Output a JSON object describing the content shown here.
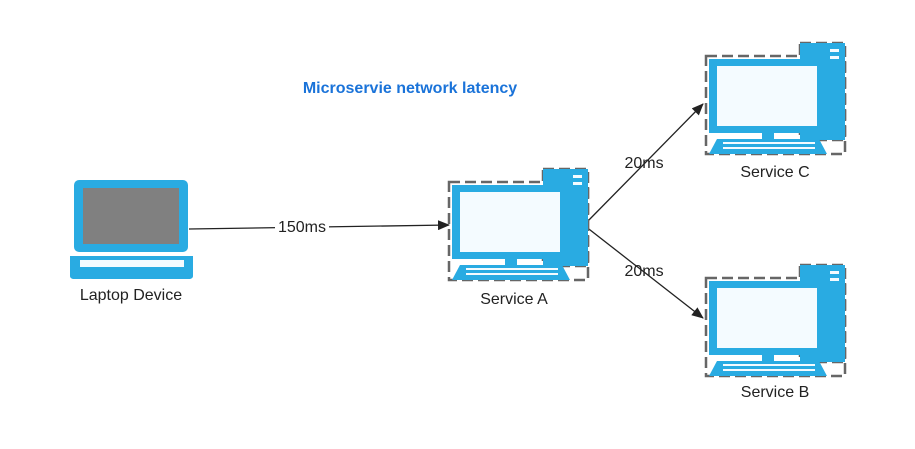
{
  "title": "Microservie network latency",
  "colors": {
    "title": "#1a73d9",
    "device_fill": "#29abe2",
    "screen": "#f4fbff",
    "laptop_screen": "#808080",
    "border_dash": "#666666",
    "edge": "#222222"
  },
  "nodes": {
    "laptop": {
      "label": "Laptop Device",
      "icon": "laptop-icon"
    },
    "service_a": {
      "label": "Service A",
      "icon": "desktop-computer-icon"
    },
    "service_b": {
      "label": "Service B",
      "icon": "desktop-computer-icon"
    },
    "service_c": {
      "label": "Service C",
      "icon": "desktop-computer-icon"
    }
  },
  "edges": {
    "laptop_to_a": {
      "label": "150ms"
    },
    "a_to_c": {
      "label": "20ms"
    },
    "a_to_b": {
      "label": "20ms"
    }
  }
}
